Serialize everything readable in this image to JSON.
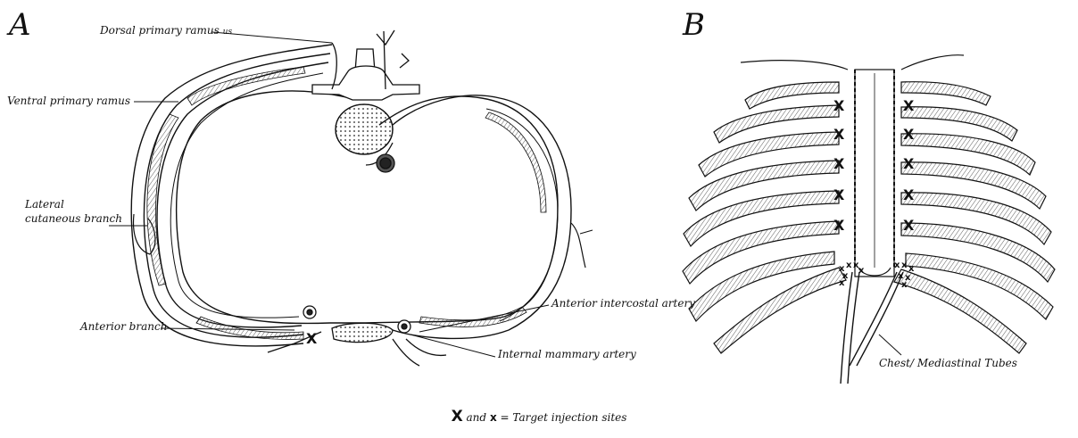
{
  "panels": {
    "a": {
      "letter": "A",
      "labels": {
        "dorsal_primary_ramus": "Dorsal primary ramus",
        "dorsal_suffix": "us",
        "ventral_primary_ramus": "Ventral primary ramus",
        "lateral_line1": "Lateral",
        "lateral_line2": "cutaneous branch",
        "anterior_branch": "Anterior branch",
        "anterior_intercostal_artery": "Anterior intercostal artery",
        "internal_mammary_artery": "Internal mammary artery"
      }
    },
    "b": {
      "letter": "B",
      "labels": {
        "chest_tubes": "Chest/ Mediastinal Tubes"
      }
    }
  },
  "legend": {
    "big_marker": "X",
    "and": "and",
    "small_marker": "x",
    "equals": "=",
    "text": "Target injection sites"
  }
}
